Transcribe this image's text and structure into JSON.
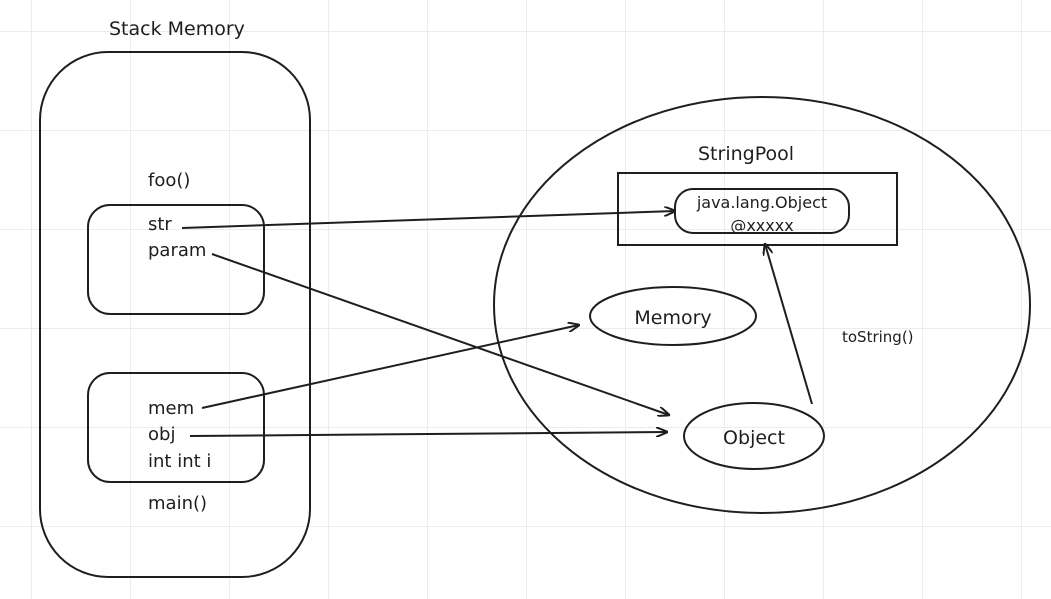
{
  "stack": {
    "title": "Stack Memory",
    "foo": {
      "label": "foo()",
      "vars": [
        "str",
        "param"
      ]
    },
    "main": {
      "label": "main()",
      "vars": [
        "mem",
        "obj",
        "int int i"
      ]
    }
  },
  "heap": {
    "string_pool": {
      "title": "StringPool",
      "entry_line1": "java.lang.Object",
      "entry_line2": "@xxxxx"
    },
    "memory_object": "Memory",
    "object_object": "Object",
    "method_label": "toString()"
  },
  "colors": {
    "stroke": "#1e1e1e",
    "grid": "#ececec",
    "background": "#ffffff"
  }
}
